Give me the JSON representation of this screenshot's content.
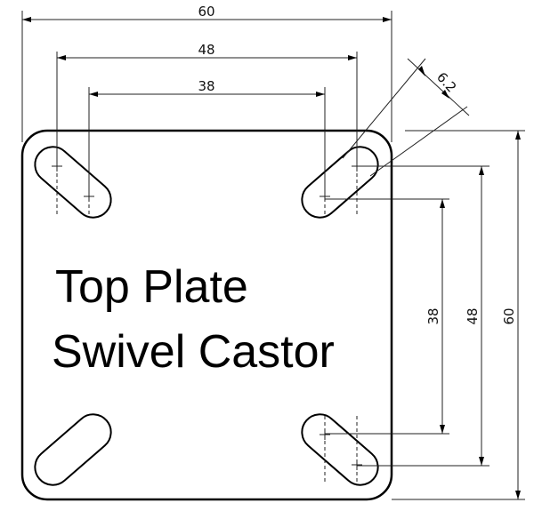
{
  "diagram": {
    "title_line1": "Top Plate",
    "title_line2": "Swivel Castor",
    "dimensions": {
      "top_overall": "60",
      "top_middle": "48",
      "top_inner": "38",
      "slot_width": "6.2",
      "right_inner": "38",
      "right_middle": "48",
      "right_overall": "60"
    }
  }
}
